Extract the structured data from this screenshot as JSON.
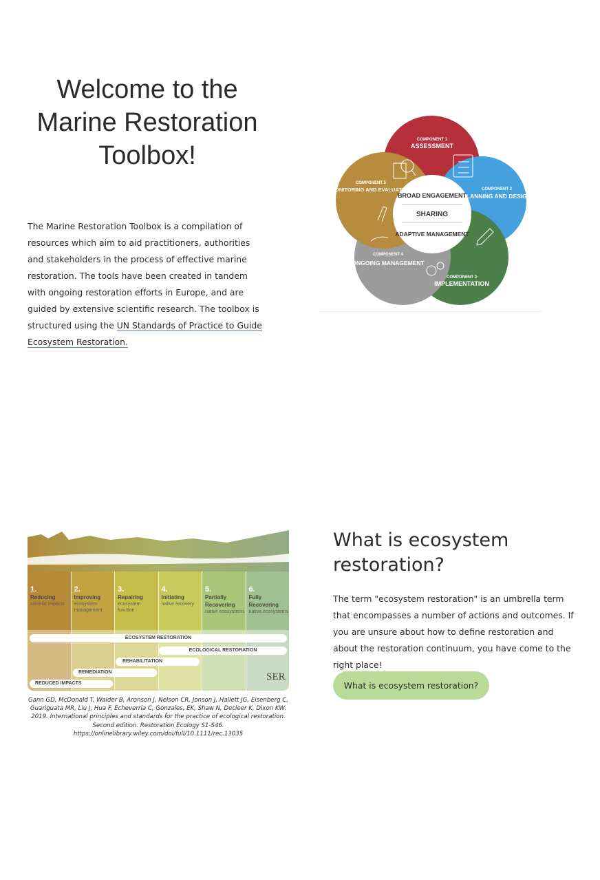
{
  "hero": {
    "title": "Welcome to the Marine Restoration Toolbox!",
    "intro_text": "The Marine Restoration Toolbox is a compilation of resources which aim to aid practitioners, authorities and stakeholders in the process of effective marine restoration. The tools have been created in tandem with ongoing restoration efforts in Europe, and are guided by extensive scientific research. The toolbox is structured using the ",
    "intro_link": "UN Standards of Practice to Guide Ecosystem Restoration."
  },
  "diagram": {
    "components": [
      {
        "label": "COMPONENT 1",
        "name": "ASSESSMENT",
        "color": "#b5303a"
      },
      {
        "label": "COMPONENT 2",
        "name": "PLANNING AND DESIGN",
        "color": "#45a0de"
      },
      {
        "label": "COMPONENT 3",
        "name": "IMPLEMENTATION",
        "color": "#4c7f4a"
      },
      {
        "label": "COMPONENT 4",
        "name": "ONGOING MANAGEMENT",
        "color": "#9b9b9b"
      },
      {
        "label": "COMPONENT 5",
        "name": "MONITORING AND EVALUATION",
        "color": "#b88c3e"
      }
    ],
    "center": [
      "BROAD ENGAGEMENT",
      "SHARING",
      "ADAPTIVE MANAGEMENT"
    ]
  },
  "continuum": {
    "stages": [
      {
        "num": "1.",
        "name": "Reducing",
        "desc": "societal impacts",
        "color": "#b9893a"
      },
      {
        "num": "2.",
        "name": "Improving",
        "desc": "ecosystem management",
        "color": "#c1a441"
      },
      {
        "num": "3.",
        "name": "Repairing",
        "desc": "ecosystem function",
        "color": "#c6bd4a"
      },
      {
        "num": "4.",
        "name": "Initiating",
        "desc": "native recovery",
        "color": "#c8cb5a"
      },
      {
        "num": "5.",
        "name": "Partially Recovering",
        "desc": "native ecosystems",
        "color": "#a9c77a"
      },
      {
        "num": "6.",
        "name": "Fully Recovering",
        "desc": "native ecosystems",
        "color": "#9fc090"
      }
    ],
    "bars": [
      "ECOSYSTEM RESTORATION",
      "ECOLOGICAL RESTORATION",
      "REHABILITATION",
      "REMEDIATION",
      "REDUCED IMPACTS"
    ],
    "logo": "SER SOCIETY FOR ECOLOGICAL RESTORATION",
    "caption": "Gann GD, McDonald T, Walder B, Aronson J, Nelson CR, Jonson J, Hallett JG, Eisenberg C, Guariguata MR, Liu J, Hua F, Echeverria C, Gonzales, EK, Shaw N, Decleer K, Dixon KW. 2019. International principles and standards for the practice of ecological restoration. Second edition. Restoration Ecology S1-S46. https://onlinelibrary.wiley.com/doi/full/10.1111/rec.13035"
  },
  "section2": {
    "heading": "What is ecosystem restoration?",
    "text": "The term \"ecosystem restoration\" is an umbrella term that encompasses a number of actions and outcomes. If you are unsure about how to define restoration and about the restoration continuum, you have come to the right place!",
    "button": "What is ecosystem restoration?"
  }
}
